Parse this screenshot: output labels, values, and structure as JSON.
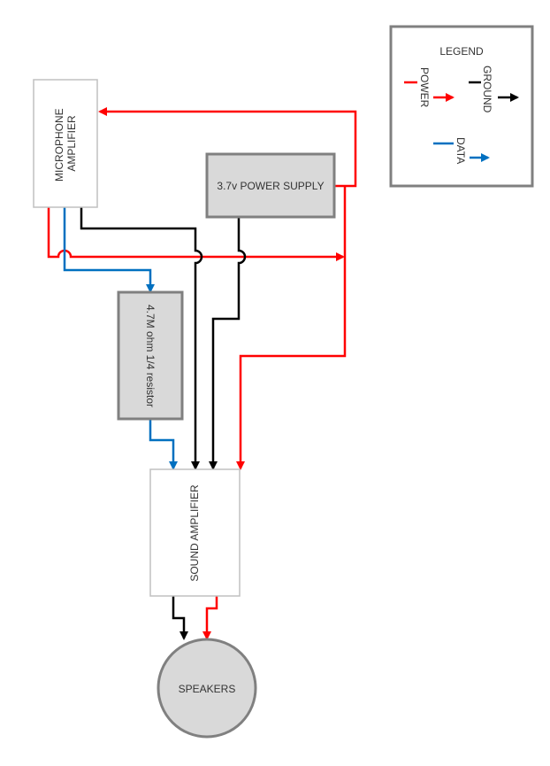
{
  "colors": {
    "power": "#ff0000",
    "ground": "#000000",
    "data": "#0070c0",
    "box_fill": "#d9d9d9",
    "box_stroke": "#808080",
    "light_stroke": "#c0c0c0"
  },
  "nodes": {
    "mic_amp": [
      "MICROPHONE",
      "AMPLIFIER"
    ],
    "power_supply": "3.7v POWER SUPPLY",
    "resistor": "4.7M ohm 1/4 resistor",
    "sound_amp": "SOUND AMPLIFIER",
    "speakers": "SPEAKERS"
  },
  "legend": {
    "title": "LEGEND",
    "power": "POWER",
    "ground": "GROUND",
    "data": "DATA"
  }
}
